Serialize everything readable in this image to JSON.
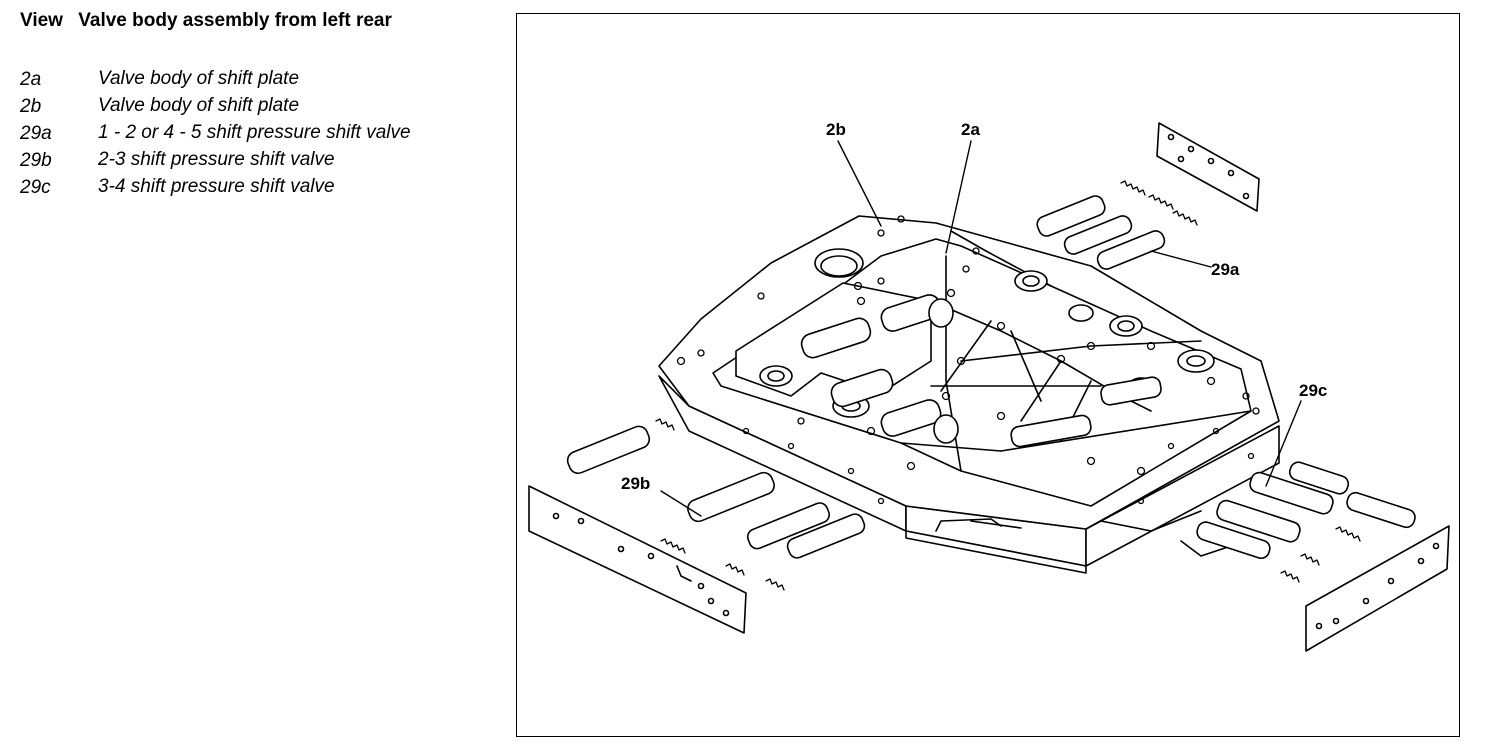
{
  "header": {
    "view_label": "View",
    "title": "Valve body assembly from left rear"
  },
  "legend": [
    {
      "code": "2a",
      "description": "Valve body of shift plate"
    },
    {
      "code": "2b",
      "description": "Valve body of shift plate"
    },
    {
      "code": "29a",
      "description": "1 - 2 or 4 - 5 shift pressure shift valve"
    },
    {
      "code": "29b",
      "description": "2-3 shift pressure shift valve"
    },
    {
      "code": "29c",
      "description": "3-4 shift pressure shift valve"
    }
  ],
  "callouts": {
    "c2b": "2b",
    "c2a": "2a",
    "c29a": "29a",
    "c29b": "29b",
    "c29c": "29c"
  }
}
